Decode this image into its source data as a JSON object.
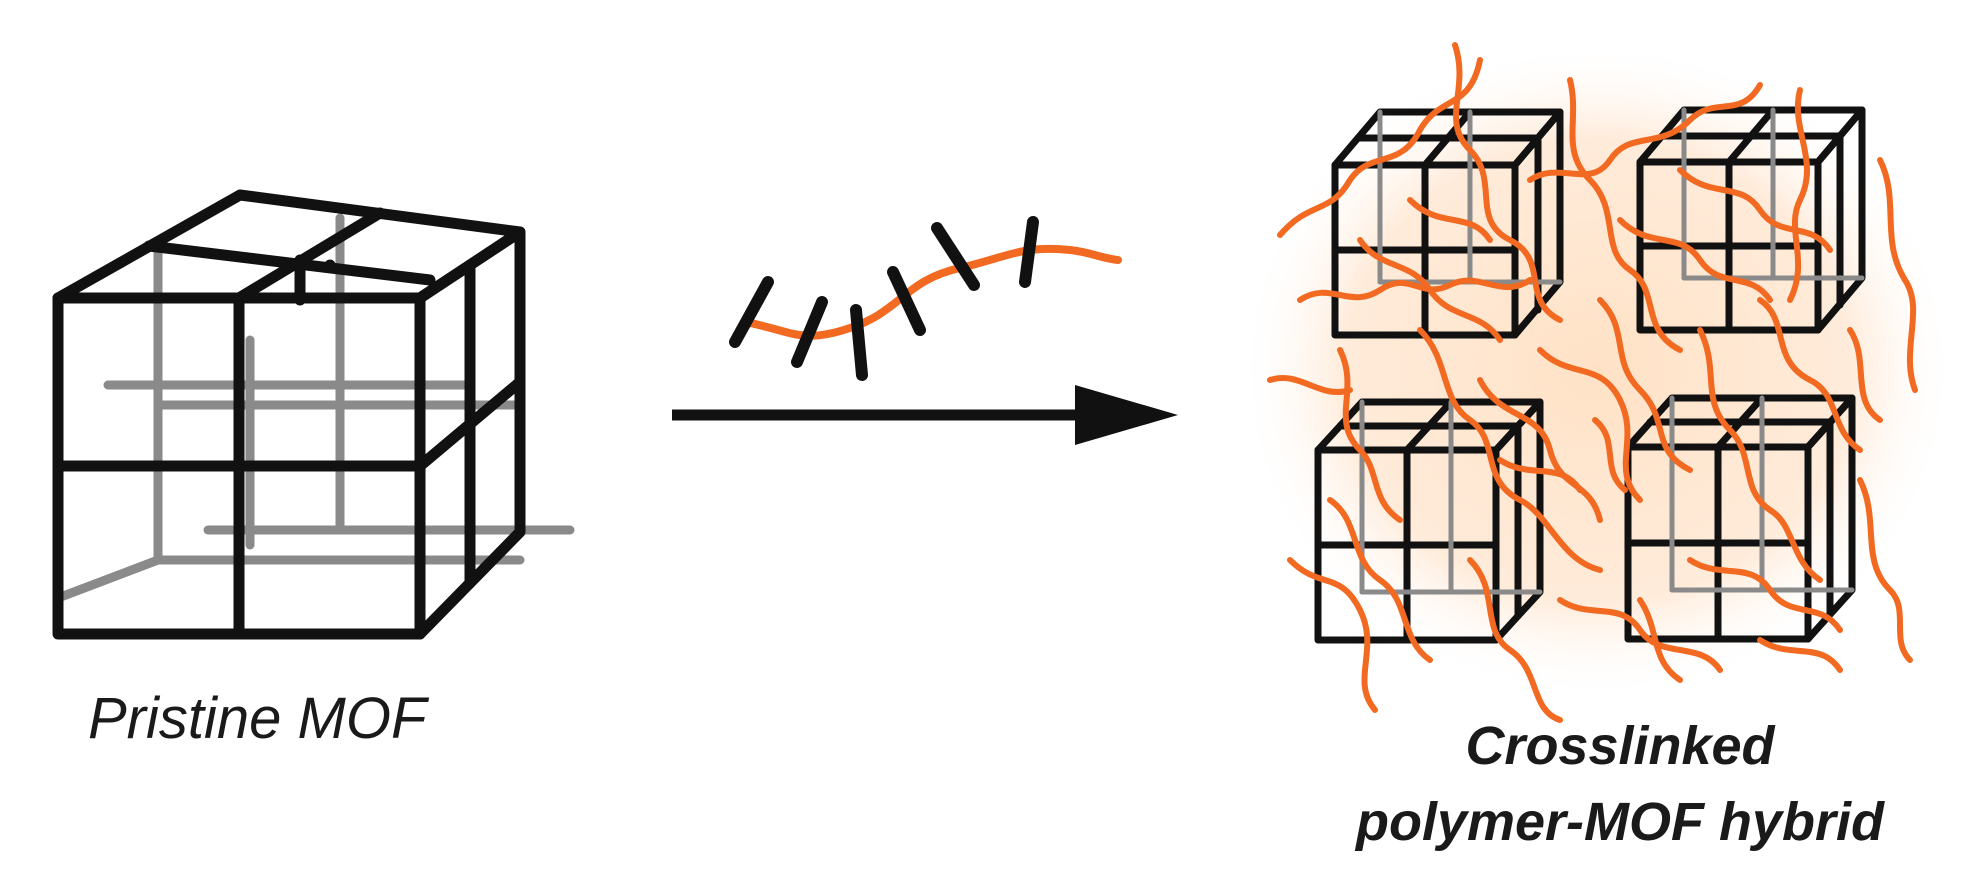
{
  "labels": {
    "left": "Pristine MOF",
    "right_line1": "Crosslinked",
    "right_line2": "polymer-MOF hybrid"
  },
  "colors": {
    "frame": "#111111",
    "frame_back": "#777777",
    "polymer": "#f26a22",
    "glow": "#ffd9b8"
  },
  "icons": {
    "left": "mof-cube-icon",
    "reagent": "crosslinker-polymer-icon",
    "arrow": "reaction-arrow-icon",
    "right": "polymer-mof-hybrid-icon"
  }
}
